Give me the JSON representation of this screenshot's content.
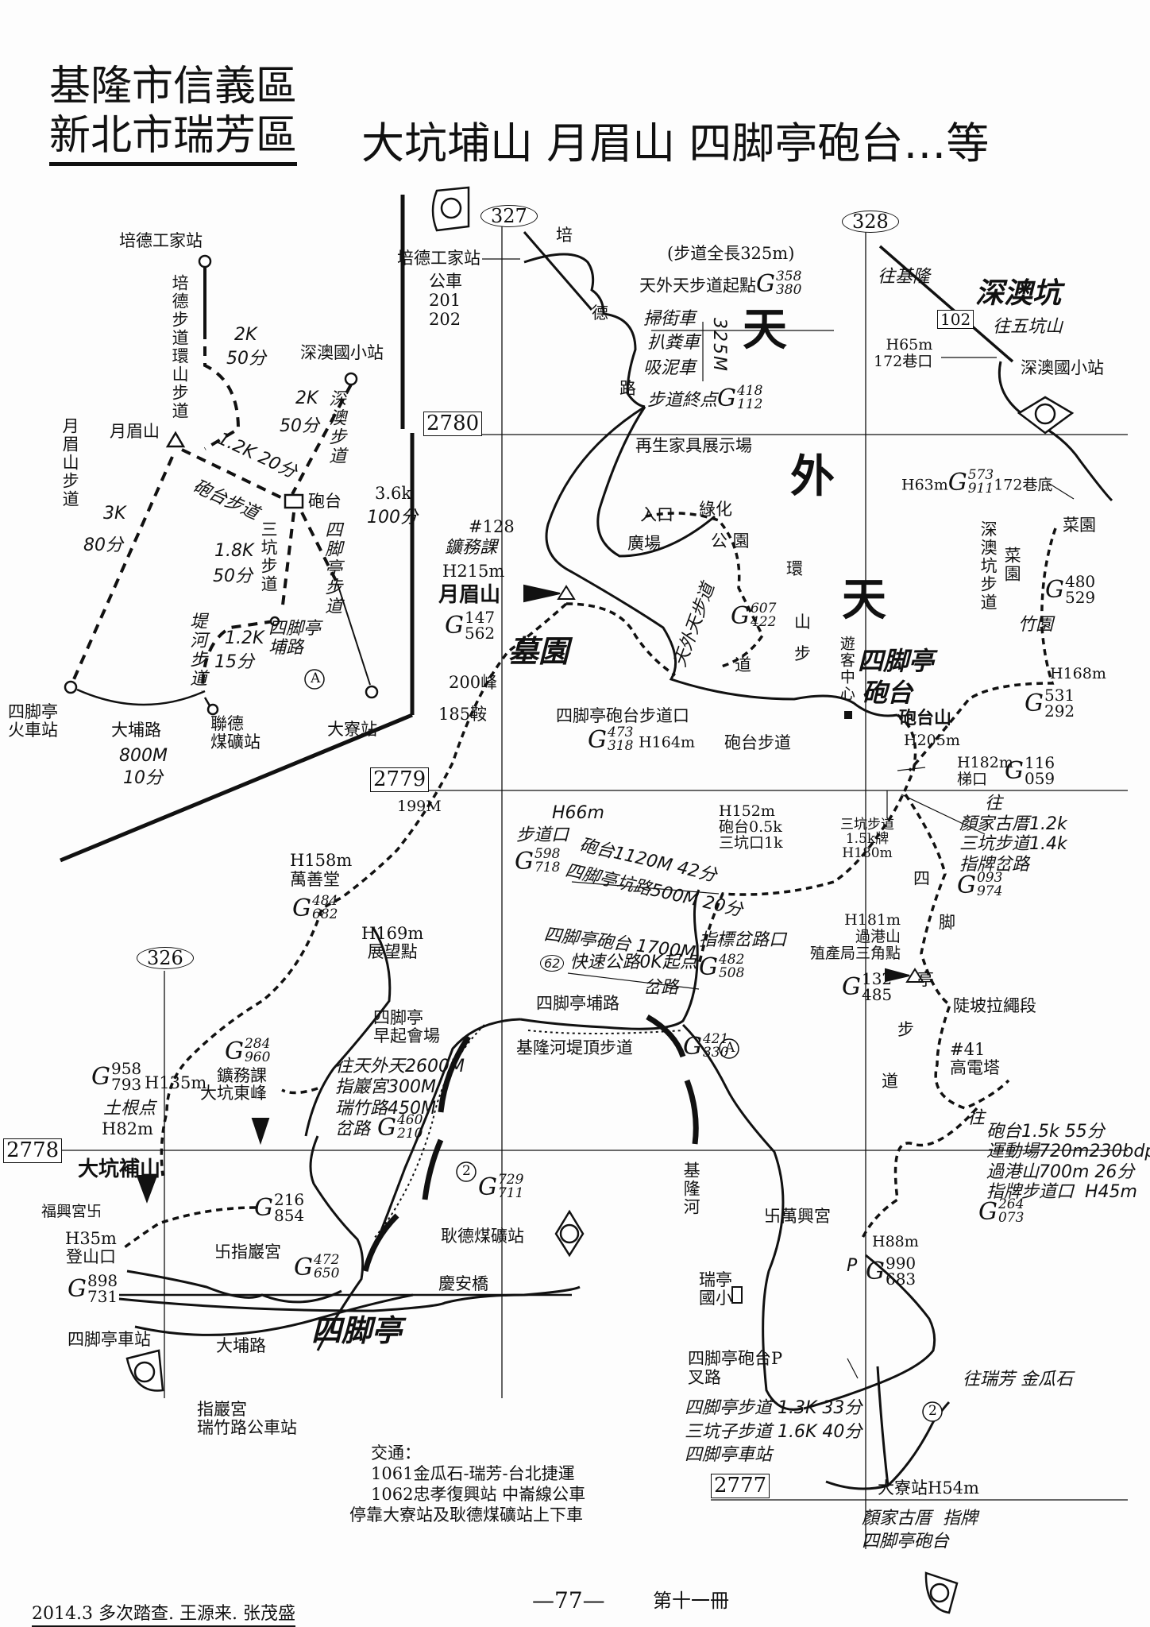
{
  "header": {
    "district_line1": "基隆市信義區",
    "district_line2": "新北市瑞芳區",
    "title": "大坑埔山 月眉山 四脚亭砲台…等"
  },
  "inset": {
    "peide_station": "培德工家站",
    "peide_trail": "培德步道環山步道",
    "seg1_dist": "2K",
    "seg1_time": "50分",
    "shenao_station": "深澳國小站",
    "seg2_dist": "2K",
    "seg2_time": "50分",
    "shenao_trail": "深澳步道",
    "yuemeishan": "月眉山",
    "seg3": "1.2K 20分",
    "paotai_trail": "砲台步道",
    "paotai": "砲台",
    "yuemeishan_trail": "月眉山步道",
    "seg4_dist": "3K",
    "seg4_time": "80分",
    "seg5_dist": "1.8K",
    "seg5_time": "50分",
    "sankeng_trail": "三坑步道",
    "sijiaoting_trail": "四脚亭步道",
    "seg6_dist": "3.6k",
    "seg6_time": "100分",
    "sijiaoting_pulu": "四脚亭埔路",
    "marker_a": "A",
    "river_trail": "堤河步道",
    "seg7_dist": "1.2K",
    "seg7_time": "15分",
    "sijiaoting_station": "四脚亭\n火車站",
    "dapu_road": "大埔路",
    "seg8_dist": "800M",
    "seg8_time": "10分",
    "liande_station": "聯德\n煤礦站",
    "daliao_station": "大寮站"
  },
  "grid": {
    "col_327": "327",
    "col_328": "328",
    "col_326": "326",
    "row_2780": "2780",
    "row_2779": "2779",
    "row_2778": "2778",
    "row_2777": "2777"
  },
  "north": {
    "pei": "培",
    "de": "德",
    "lu": "路",
    "peide_station": "培德工家站",
    "bus": "公車\n201\n202",
    "trail_length": "(步道全長325m)",
    "trail_start": "天外天步道起點",
    "trail_start_g": [
      "358",
      "380"
    ],
    "street_sweeper": "掃街車",
    "garbage_truck": "扒粪車",
    "sludge_truck": "吸泥車",
    "trail_end": "步道終点",
    "trail_end_g": [
      "418",
      "112"
    ],
    "len_325": "325M",
    "tian1": "天",
    "wai": "外",
    "tian2": "天",
    "furniture": "再生家具展示場",
    "entrance": "入口",
    "plaza": "廣場",
    "green": "綠化",
    "park": "公 園",
    "loop_huan": "環",
    "loop_shan": "山",
    "loop_bu": "步",
    "loop_dao": "道",
    "park_g": [
      "607",
      "422"
    ],
    "tianwaitian_trail": "天外天步道",
    "no128": "#128",
    "mining_bureau": "鑛務課",
    "h215": "H215m",
    "yuemeishan": "月眉山",
    "yuemeishan_g": [
      "147",
      "562"
    ],
    "cemetery": "墓園",
    "peak200": "200峰",
    "saddle185": "185鞍",
    "paotai_trailhead": "四脚亭砲台步道口",
    "paotai_trailhead_g": [
      "473",
      "318"
    ],
    "h164": "H164m",
    "paotai_trail": "砲台步道"
  },
  "east": {
    "to_keelung": "往基隆",
    "shenaokeng": "深澳坑",
    "to_wukengshan": "往五坑山",
    "route102": "102",
    "h65": "H65m\n172巷口",
    "shenao_school": "深澳國小站",
    "h63": "H63m",
    "h63_g": [
      "573",
      "911"
    ],
    "lane172_end": "172巷底",
    "vegetable1": "菜園",
    "shenaokeng_trail": "深澳坑步道",
    "vegetable2": "菜園",
    "g480": [
      "480",
      "529"
    ],
    "bamboo": "竹園",
    "h168": "H168m",
    "g531": [
      "531",
      "292"
    ],
    "visitor_center": "遊客中心",
    "sijiaoting_hw": "四脚亭",
    "paotai_hw": "砲台",
    "paotaishan": "砲台山",
    "h205": "H205m",
    "h182": "H182m\n梯口",
    "g116": [
      "116",
      "059"
    ]
  },
  "middle": {
    "h199": "199M",
    "h66": "H66m",
    "trailhead": "步道口",
    "trailhead_g": [
      "598",
      "718"
    ],
    "paotai_1120": "砲台1120M 42分",
    "kenglu_500": "四脚亭坑路500M 20分",
    "h152": "H152m\n砲台0.5k\n三坑口1k",
    "sankeng_sign": "三坑步道\n1.5k牌\nH180m",
    "to": "往",
    "directions": "顏家古厝1.2k\n三坑步道1.4k\n指牌岔路",
    "directions_g": [
      "093",
      "974"
    ],
    "si": "四",
    "jiao": "脚",
    "ting": "亭",
    "bu": "步",
    "dao": "道",
    "h158": "H158m",
    "wanshantang": "萬善堂",
    "g484": [
      "484",
      "682"
    ],
    "h169": "H169m\n展望點",
    "paotai_1700": "四脚亭砲台 1700M",
    "expressway": "快速公路0K起点",
    "expressway_no": "62",
    "junction": "指標岔路口",
    "junction_g": [
      "482",
      "508"
    ],
    "fork_road": "岔路",
    "guogangshan": "H181m\n過港山\n殖產局三角點",
    "guogangshan_g": [
      "132",
      "485"
    ],
    "steep_rope": "陡坡拉繩段",
    "tower": "#41\n高電塔",
    "to2": "往",
    "directions2": "砲台1.5k 55分\n運動場720m230bdp\n過港山700m 26分\n指牌步道口  H45m",
    "directions2_g": [
      "264",
      "073"
    ]
  },
  "southwest": {
    "g958": [
      "958",
      "793"
    ],
    "tugendian": "土根点",
    "h82": "H82m",
    "h135": "H135m",
    "mining_bureau": "鑛務課\n大坑東峰",
    "g284": [
      "284",
      "960"
    ],
    "morning_venue": "四脚亭\n早起會場",
    "to_twt": "往天外天2600M\n指巖宮300M\n瑞竹路450M\n岔路",
    "g460": [
      "460",
      "210"
    ],
    "pulu": "四脚亭埔路",
    "riverbank": "基隆河堤頂步道",
    "g421": [
      "421",
      "330"
    ],
    "marker_a": "A",
    "dakengbushan": "大坑補山",
    "g216": [
      "216",
      "854"
    ],
    "fuxing": "福興宮卐",
    "zhiyan": "卐指巖宮",
    "h35": "H35m\n登山口",
    "g898": [
      "898",
      "731"
    ],
    "station": "四脚亭車站",
    "dapu": "大埔路",
    "bus_stop": "指巖宮\n瑞竹路公車站",
    "sijiaoting_big": "四脚亭",
    "g472": [
      "472",
      "650"
    ],
    "route2_a": "2",
    "g729": [
      "729",
      "711"
    ],
    "gengde": "耿德煤礦站",
    "qingan": "慶安橋"
  },
  "southeast": {
    "keelung_river": "基隆河",
    "wanxing": "卐萬興宮",
    "h88": "H88m",
    "g990": [
      "990",
      "683"
    ],
    "parking": "P",
    "ruiting": "瑞亭\n國小",
    "paotai_p": "四脚亭砲台P\n叉路",
    "hw_notes": "四脚亭步道 1.3K 33分\n三坑子步道 1.6K 40分\n四脚亭車站",
    "to_ruifang": "往瑞芳 金瓜石",
    "route2_b": "2",
    "daliao": "大寮站H54m",
    "yan_sign": "顏家古厝  指牌\n四脚亭砲台"
  },
  "transport": {
    "heading": "交通：",
    "line1": "1061金瓜石-瑞芳-台北捷運",
    "line2": "1062忠孝復興站 中崙線公車",
    "line3": "停靠大寮站及耿德煤礦站上下車"
  },
  "footer": {
    "credit": "2014.3  多次踏查. 王源来. 张茂盛",
    "page": "—77—",
    "volume": "第十一冊"
  }
}
